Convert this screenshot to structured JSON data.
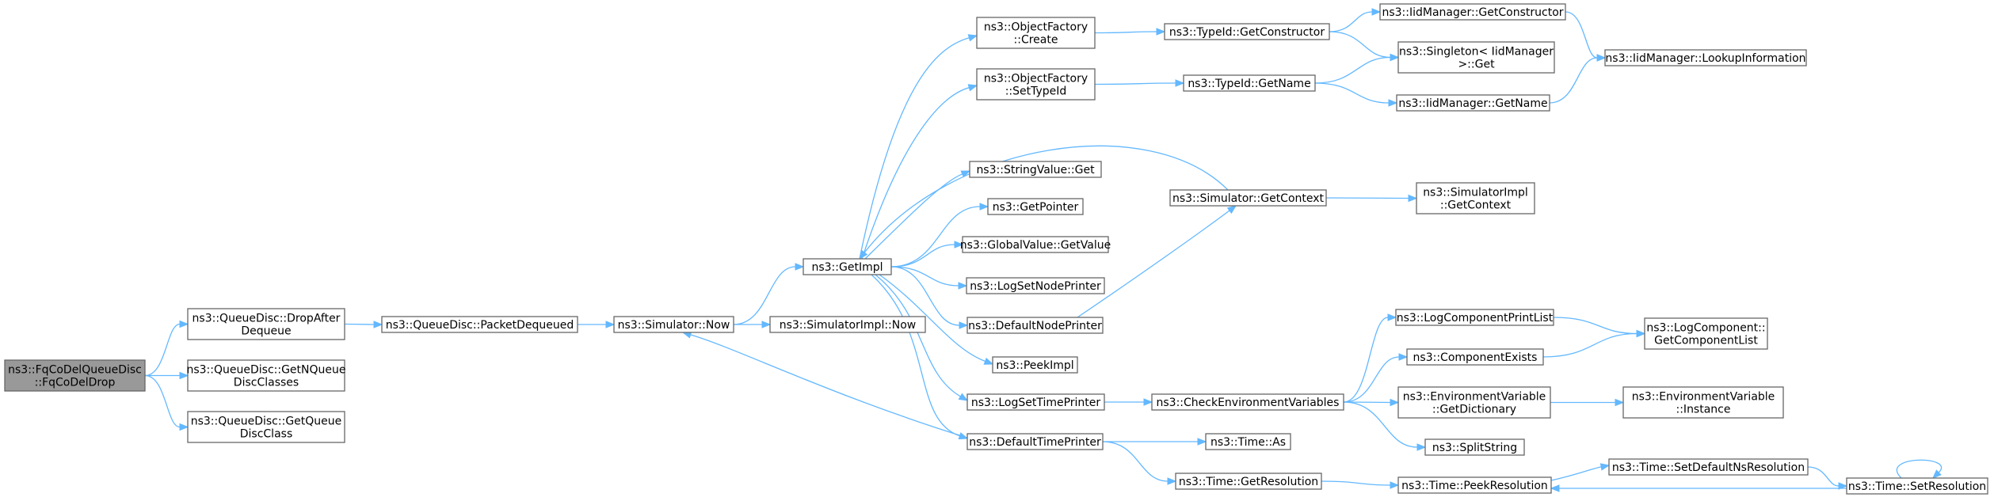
{
  "graph": {
    "title": "",
    "colors": {
      "edge": "#63b8ff",
      "node_border": "#666666",
      "node_fill": "#ffffff",
      "root_fill": "#999999",
      "text": "#000000"
    },
    "nodes": [
      {
        "id": "fqcodeldrop",
        "lines": [
          "ns3::FqCoDelQueueDisc",
          "::FqCoDelDrop"
        ],
        "root": true
      },
      {
        "id": "dropafterdequeue",
        "lines": [
          "ns3::QueueDisc::DropAfter",
          "Dequeue"
        ]
      },
      {
        "id": "getnqueuediscclasses",
        "lines": [
          "ns3::QueueDisc::GetNQueue",
          "DiscClasses"
        ]
      },
      {
        "id": "getqueuediscclass",
        "lines": [
          "ns3::QueueDisc::GetQueue",
          "DiscClass"
        ]
      },
      {
        "id": "packetdequeued",
        "lines": [
          "ns3::QueueDisc::PacketDequeued"
        ]
      },
      {
        "id": "simulator_now",
        "lines": [
          "ns3::Simulator::Now"
        ]
      },
      {
        "id": "getimpl",
        "lines": [
          "ns3::GetImpl"
        ]
      },
      {
        "id": "simulatorimpl_now",
        "lines": [
          "ns3::SimulatorImpl::Now"
        ]
      },
      {
        "id": "objectfactory_create",
        "lines": [
          "ns3::ObjectFactory",
          "::Create"
        ]
      },
      {
        "id": "objectfactory_settypeid",
        "lines": [
          "ns3::ObjectFactory",
          "::SetTypeId"
        ]
      },
      {
        "id": "stringvalue_get",
        "lines": [
          "ns3::StringValue::Get"
        ]
      },
      {
        "id": "getpointer",
        "lines": [
          "ns3::GetPointer"
        ]
      },
      {
        "id": "globalvalue_getvalue",
        "lines": [
          "ns3::GlobalValue::GetValue"
        ]
      },
      {
        "id": "logsetnodeprinter",
        "lines": [
          "ns3::LogSetNodePrinter"
        ]
      },
      {
        "id": "defaultnodeprinter",
        "lines": [
          "ns3::DefaultNodePrinter"
        ]
      },
      {
        "id": "peekimpl",
        "lines": [
          "ns3::PeekImpl"
        ]
      },
      {
        "id": "logsettimeprinter",
        "lines": [
          "ns3::LogSetTimePrinter"
        ]
      },
      {
        "id": "defaulttimeprinter",
        "lines": [
          "ns3::DefaultTimePrinter"
        ]
      },
      {
        "id": "typeid_getconstructor",
        "lines": [
          "ns3::TypeId::GetConstructor"
        ]
      },
      {
        "id": "typeid_getname",
        "lines": [
          "ns3::TypeId::GetName"
        ]
      },
      {
        "id": "simulator_getcontext",
        "lines": [
          "ns3::Simulator::GetContext"
        ]
      },
      {
        "id": "checkenvironmentvariables",
        "lines": [
          "ns3::CheckEnvironmentVariables"
        ]
      },
      {
        "id": "time_as",
        "lines": [
          "ns3::Time::As"
        ]
      },
      {
        "id": "time_getresolution",
        "lines": [
          "ns3::Time::GetResolution"
        ]
      },
      {
        "id": "iidmanager_getconstructor",
        "lines": [
          "ns3::IidManager::GetConstructor"
        ]
      },
      {
        "id": "singleton_get",
        "lines": [
          "ns3::Singleton< IidManager",
          " >::Get"
        ]
      },
      {
        "id": "iidmanager_getname",
        "lines": [
          "ns3::IidManager::GetName"
        ]
      },
      {
        "id": "simulatorimpl_getcontext",
        "lines": [
          "ns3::SimulatorImpl",
          "::GetContext"
        ]
      },
      {
        "id": "logcomponentprintlist",
        "lines": [
          "ns3::LogComponentPrintList"
        ]
      },
      {
        "id": "componentexists",
        "lines": [
          "ns3::ComponentExists"
        ]
      },
      {
        "id": "envvar_getdictionary",
        "lines": [
          "ns3::EnvironmentVariable",
          "::GetDictionary"
        ]
      },
      {
        "id": "splitstring",
        "lines": [
          "ns3::SplitString"
        ]
      },
      {
        "id": "time_peekresolution",
        "lines": [
          "ns3::Time::PeekResolution"
        ]
      },
      {
        "id": "iidmanager_lookupinformation",
        "lines": [
          "ns3::IidManager::LookupInformation"
        ]
      },
      {
        "id": "logcomponent_getcomponentlist",
        "lines": [
          "ns3::LogComponent::",
          "GetComponentList"
        ]
      },
      {
        "id": "envvar_instance",
        "lines": [
          "ns3::EnvironmentVariable",
          "::Instance"
        ]
      },
      {
        "id": "time_setdefaultnsresolution",
        "lines": [
          "ns3::Time::SetDefaultNsResolution"
        ]
      },
      {
        "id": "time_setresolution",
        "lines": [
          "ns3::Time::SetResolution"
        ]
      }
    ],
    "edges": [
      {
        "from": "fqcodeldrop",
        "to": "dropafterdequeue"
      },
      {
        "from": "fqcodeldrop",
        "to": "getnqueuediscclasses"
      },
      {
        "from": "fqcodeldrop",
        "to": "getqueuediscclass"
      },
      {
        "from": "dropafterdequeue",
        "to": "packetdequeued"
      },
      {
        "from": "packetdequeued",
        "to": "simulator_now"
      },
      {
        "from": "simulator_now",
        "to": "getimpl"
      },
      {
        "from": "simulator_now",
        "to": "simulatorimpl_now"
      },
      {
        "from": "getimpl",
        "to": "objectfactory_create"
      },
      {
        "from": "getimpl",
        "to": "objectfactory_settypeid"
      },
      {
        "from": "getimpl",
        "to": "stringvalue_get"
      },
      {
        "from": "getimpl",
        "to": "getpointer"
      },
      {
        "from": "getimpl",
        "to": "globalvalue_getvalue"
      },
      {
        "from": "getimpl",
        "to": "logsetnodeprinter"
      },
      {
        "from": "getimpl",
        "to": "defaultnodeprinter"
      },
      {
        "from": "getimpl",
        "to": "peekimpl"
      },
      {
        "from": "getimpl",
        "to": "logsettimeprinter"
      },
      {
        "from": "getimpl",
        "to": "defaulttimeprinter"
      },
      {
        "from": "simulator_getcontext",
        "to": "getimpl"
      },
      {
        "from": "defaulttimeprinter",
        "to": "simulator_now"
      },
      {
        "from": "objectfactory_create",
        "to": "typeid_getconstructor"
      },
      {
        "from": "objectfactory_settypeid",
        "to": "typeid_getname"
      },
      {
        "from": "defaultnodeprinter",
        "to": "simulator_getcontext"
      },
      {
        "from": "logsettimeprinter",
        "to": "checkenvironmentvariables"
      },
      {
        "from": "defaulttimeprinter",
        "to": "time_as"
      },
      {
        "from": "defaulttimeprinter",
        "to": "time_getresolution"
      },
      {
        "from": "typeid_getconstructor",
        "to": "iidmanager_getconstructor"
      },
      {
        "from": "typeid_getconstructor",
        "to": "singleton_get"
      },
      {
        "from": "typeid_getname",
        "to": "singleton_get"
      },
      {
        "from": "typeid_getname",
        "to": "iidmanager_getname"
      },
      {
        "from": "simulator_getcontext",
        "to": "simulatorimpl_getcontext"
      },
      {
        "from": "checkenvironmentvariables",
        "to": "logcomponentprintlist"
      },
      {
        "from": "checkenvironmentvariables",
        "to": "componentexists"
      },
      {
        "from": "checkenvironmentvariables",
        "to": "envvar_getdictionary"
      },
      {
        "from": "checkenvironmentvariables",
        "to": "splitstring"
      },
      {
        "from": "time_getresolution",
        "to": "time_peekresolution"
      },
      {
        "from": "iidmanager_getconstructor",
        "to": "iidmanager_lookupinformation"
      },
      {
        "from": "iidmanager_getname",
        "to": "iidmanager_lookupinformation"
      },
      {
        "from": "logcomponentprintlist",
        "to": "logcomponent_getcomponentlist"
      },
      {
        "from": "componentexists",
        "to": "logcomponent_getcomponentlist"
      },
      {
        "from": "envvar_getdictionary",
        "to": "envvar_instance"
      },
      {
        "from": "time_peekresolution",
        "to": "time_setdefaultnsresolution"
      },
      {
        "from": "time_setdefaultnsresolution",
        "to": "time_setresolution"
      },
      {
        "from": "time_setresolution",
        "to": "time_peekresolution"
      },
      {
        "from": "time_setresolution",
        "to": "time_setresolution"
      }
    ]
  }
}
